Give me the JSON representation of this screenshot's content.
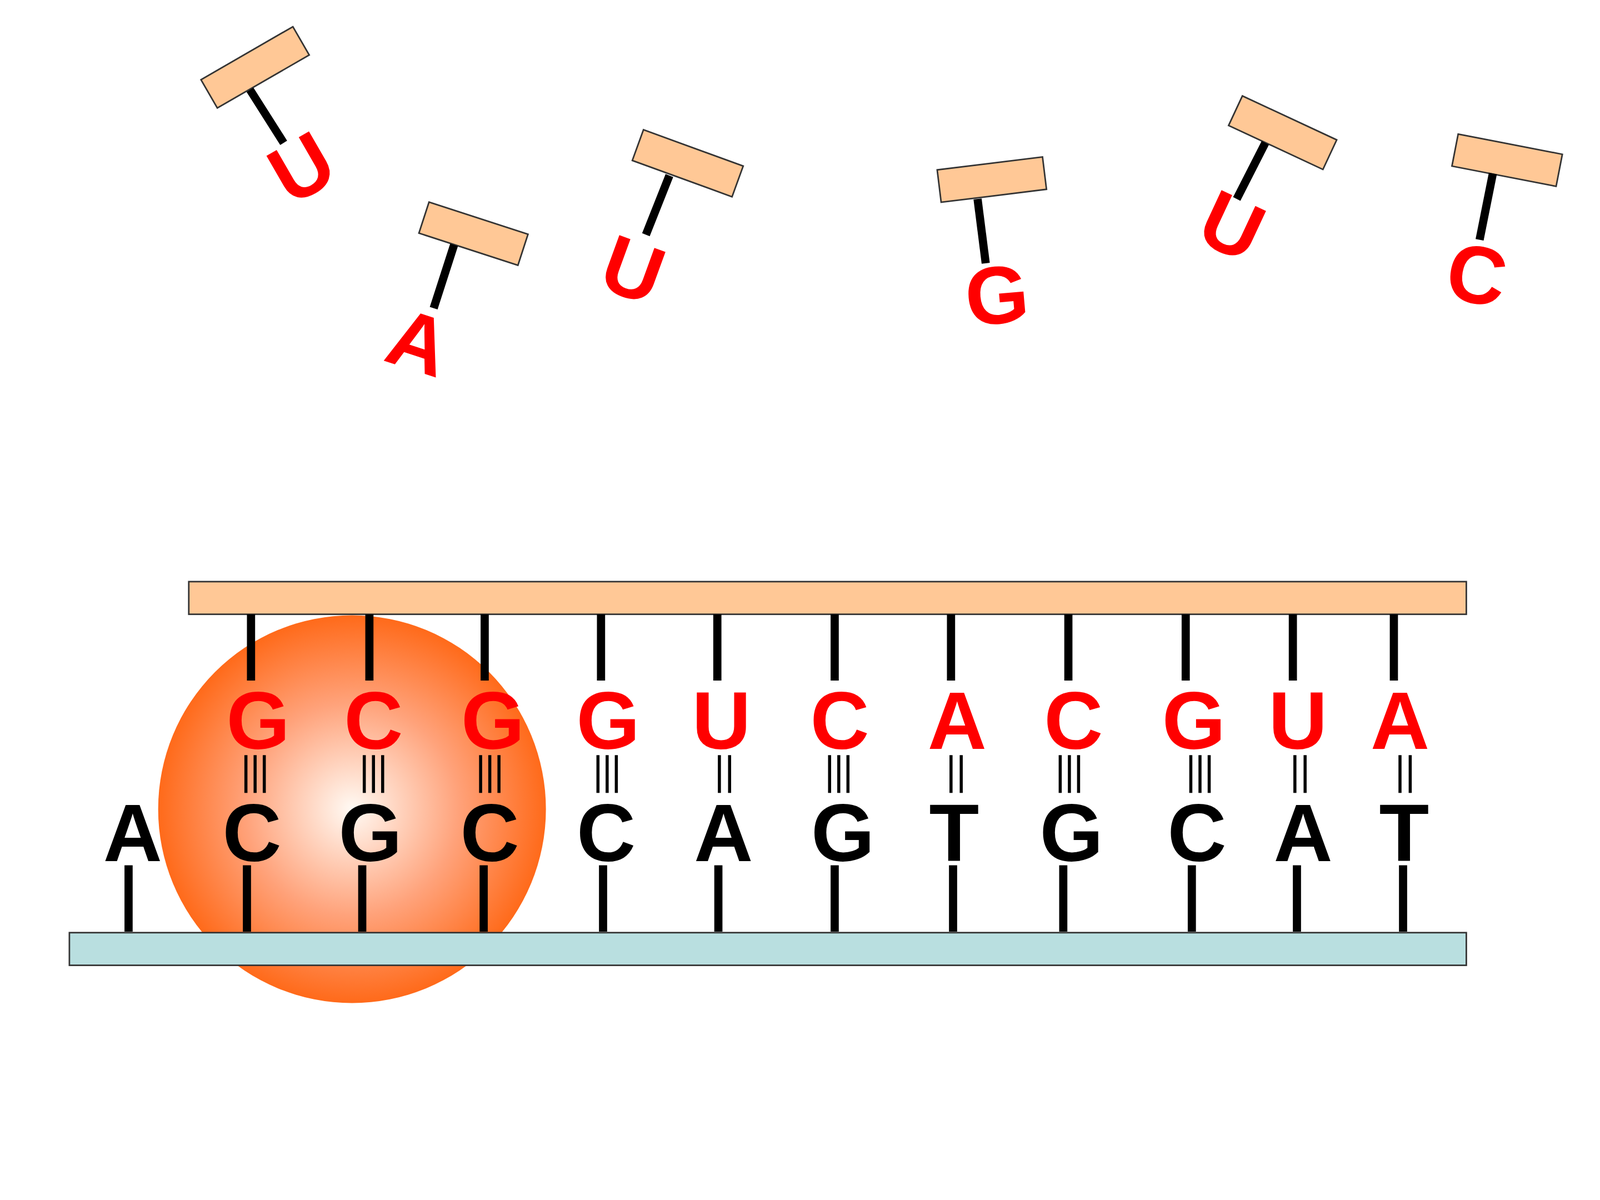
{
  "diagram": {
    "labels": [
      "U",
      "A",
      "U",
      "G",
      "U",
      "C",
      "G",
      "C",
      "G",
      "G",
      "U",
      "C",
      "A",
      "C",
      "G",
      "U",
      "A",
      "A",
      "C",
      "G",
      "C",
      "C",
      "A",
      "G",
      "T",
      "G",
      "C",
      "A",
      "T"
    ]
  }
}
